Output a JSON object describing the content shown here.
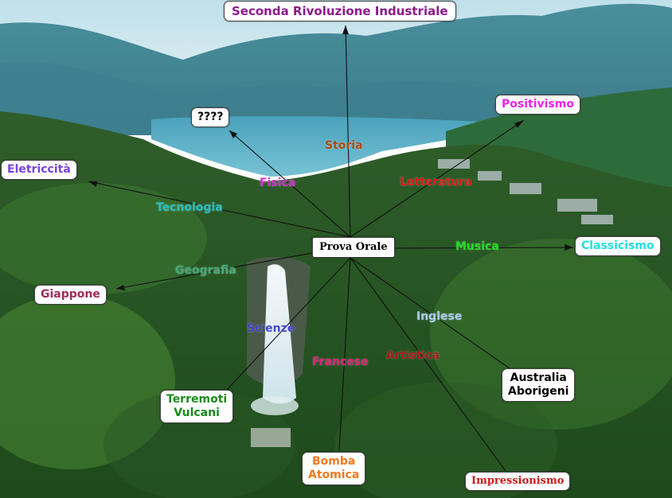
{
  "center": {
    "label": "Prova Orale",
    "color": "#000000"
  },
  "nodes": {
    "seconda": {
      "label": "Seconda Rivoluzione Industriale",
      "color": "#8b1a8b"
    },
    "unknown": {
      "label": "????",
      "color": "#000000"
    },
    "positivismo": {
      "label": "Positivismo",
      "color": "#ee22ee"
    },
    "elettricita": {
      "label": "Eletriccità",
      "color": "#7744dd"
    },
    "classicismo": {
      "label": "Classicismo",
      "color": "#22e0e0"
    },
    "giappone": {
      "label": "Giappone",
      "color": "#a02a5a"
    },
    "terremoti": {
      "line1": "Terremoti",
      "line2": "Vulcani",
      "color": "#1a8a1a"
    },
    "australia": {
      "line1": "Australia",
      "line2": "Aborigeni",
      "color": "#000000"
    },
    "bomba": {
      "line1": "Bomba",
      "line2": "Atomica",
      "color": "#f07a20"
    },
    "impressionismo": {
      "label": "Impressionismo",
      "color": "#cc1a1a"
    }
  },
  "subjects": {
    "storia": {
      "label": "Storia",
      "color": "#b04a10"
    },
    "fisica": {
      "label": "Fisica",
      "color": "#cc33cc"
    },
    "letteratura": {
      "label": "Letteratura",
      "color": "#dd1a1a"
    },
    "tecnologia": {
      "label": "Tecnologia",
      "color": "#22c0c0"
    },
    "musica": {
      "label": "Musica",
      "color": "#22dd22"
    },
    "geografia": {
      "label": "Geografia",
      "color": "#44aa77"
    },
    "inglese": {
      "label": "Inglese",
      "color": "#aaccee"
    },
    "scienze": {
      "label": "Scienze",
      "color": "#4444cc"
    },
    "artistica": {
      "label": "Artistica",
      "color": "#aa1a1a"
    },
    "francese": {
      "label": "Francese",
      "color": "#dd2277"
    }
  }
}
